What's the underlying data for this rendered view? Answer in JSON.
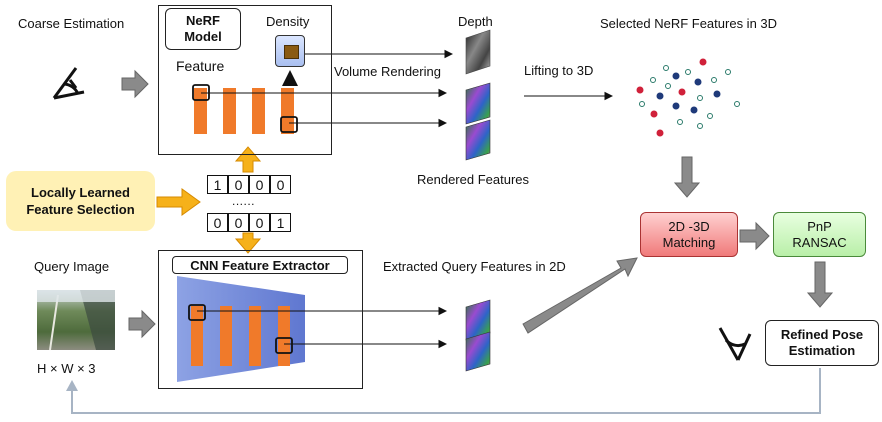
{
  "labels": {
    "coarse_estimation": "Coarse Estimation",
    "nerf_model": "NeRF Model",
    "density": "Density",
    "feature": "Feature",
    "volume_rendering": "Volume Rendering",
    "depth": "Depth",
    "lifting_to_3d": "Lifting to 3D",
    "selected_nerf_features": "Selected NeRF Features in 3D",
    "rendered_features": "Rendered Features",
    "locally_learned": "Locally Learned Feature Selection",
    "mask_top": [
      "1",
      "0",
      "0",
      "0"
    ],
    "mask_dots": "......",
    "mask_bottom": [
      "0",
      "0",
      "0",
      "1"
    ],
    "matching": "2D -3D Matching",
    "pnp": "PnP RANSAC",
    "query_image": "Query Image",
    "cnn_extractor": "CNN Feature Extractor",
    "extracted_query": "Extracted Query Features in 2D",
    "refined_pose": "Refined Pose Estimation",
    "dims": "H × W × 3"
  },
  "icons": [
    "camera-icon",
    "depth-map-icon",
    "feature-map-icon",
    "point-cloud-icon",
    "query-photo-icon"
  ]
}
